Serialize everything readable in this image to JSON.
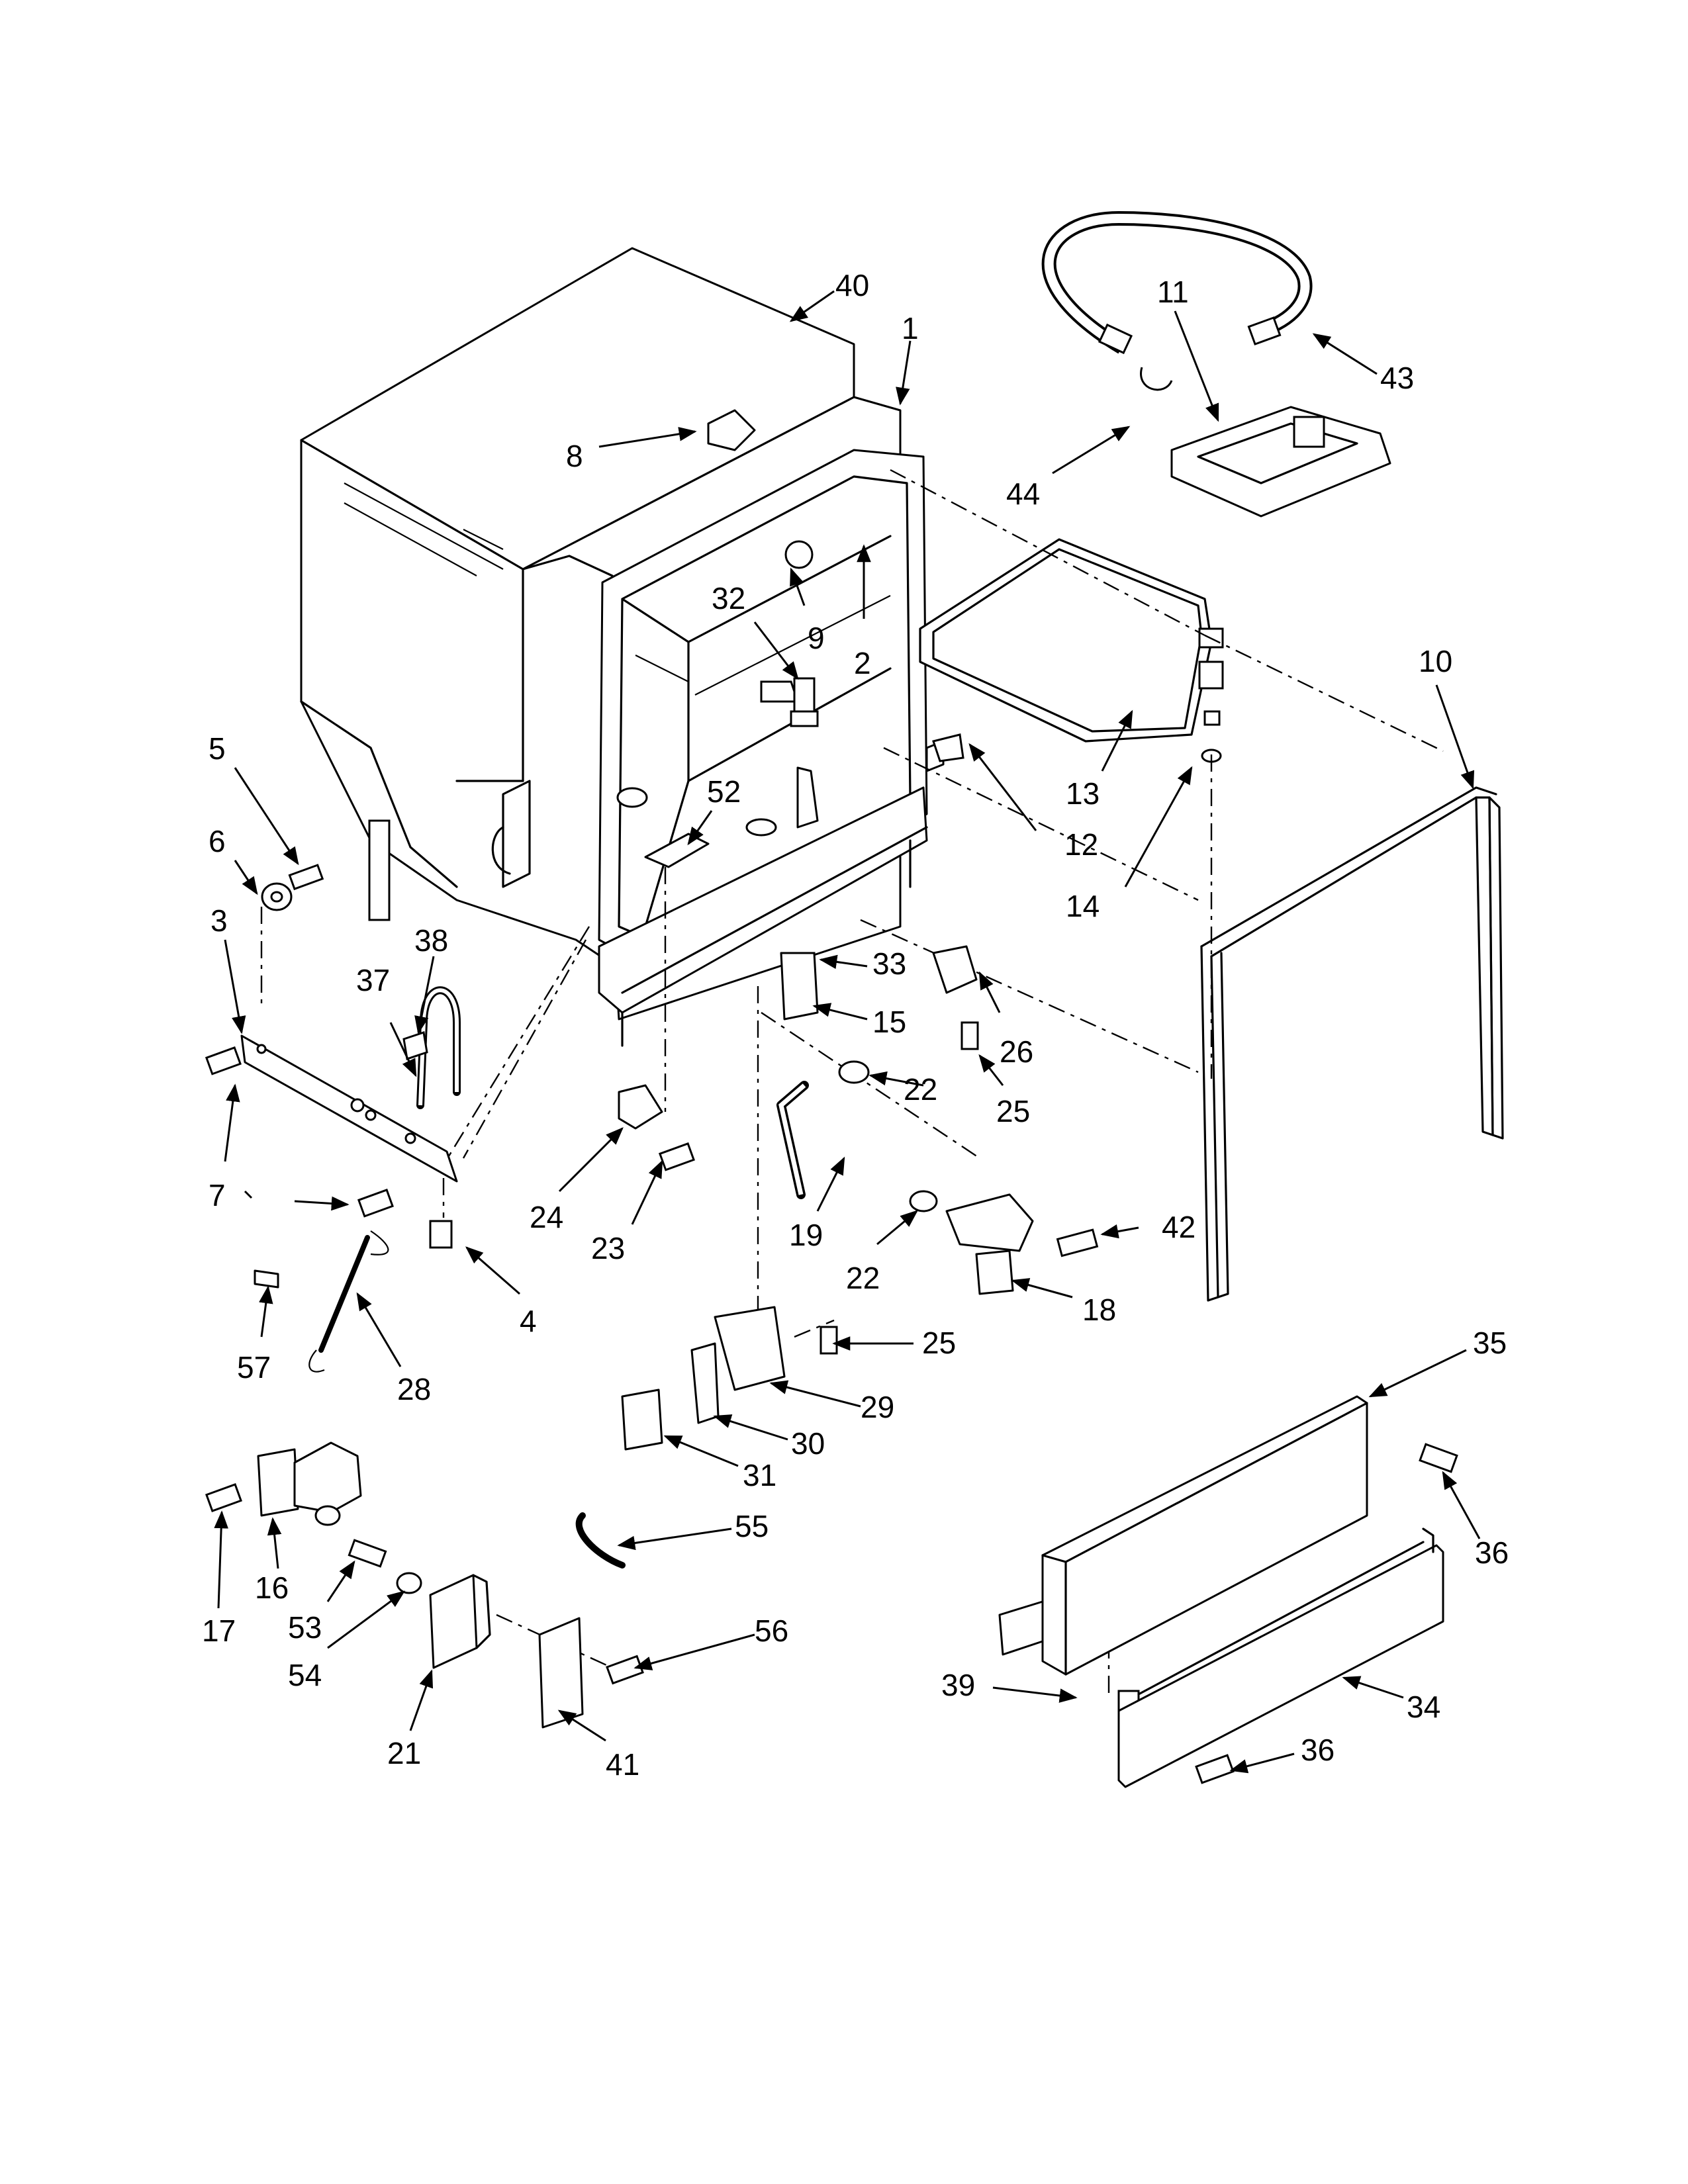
{
  "callouts": [
    {
      "id": "c40",
      "label": "40"
    },
    {
      "id": "c1",
      "label": "1"
    },
    {
      "id": "c11",
      "label": "11"
    },
    {
      "id": "c43",
      "label": "43"
    },
    {
      "id": "c8",
      "label": "8"
    },
    {
      "id": "c44",
      "label": "44"
    },
    {
      "id": "c32",
      "label": "32"
    },
    {
      "id": "c9",
      "label": "9"
    },
    {
      "id": "c2",
      "label": "2"
    },
    {
      "id": "c10",
      "label": "10"
    },
    {
      "id": "c5",
      "label": "5"
    },
    {
      "id": "c52",
      "label": "52"
    },
    {
      "id": "c13",
      "label": "13"
    },
    {
      "id": "c12",
      "label": "12"
    },
    {
      "id": "c6",
      "label": "6"
    },
    {
      "id": "c14",
      "label": "14"
    },
    {
      "id": "c3",
      "label": "3"
    },
    {
      "id": "c38",
      "label": "38"
    },
    {
      "id": "c33",
      "label": "33"
    },
    {
      "id": "c37",
      "label": "37"
    },
    {
      "id": "c15",
      "label": "15"
    },
    {
      "id": "c26",
      "label": "26"
    },
    {
      "id": "c25a",
      "label": "25"
    },
    {
      "id": "c22a",
      "label": "22"
    },
    {
      "id": "c7",
      "label": "7"
    },
    {
      "id": "c24",
      "label": "24"
    },
    {
      "id": "c23",
      "label": "23"
    },
    {
      "id": "c19",
      "label": "19"
    },
    {
      "id": "c42",
      "label": "42"
    },
    {
      "id": "c22b",
      "label": "22"
    },
    {
      "id": "c18",
      "label": "18"
    },
    {
      "id": "c4",
      "label": "4"
    },
    {
      "id": "c57",
      "label": "57"
    },
    {
      "id": "c28",
      "label": "28"
    },
    {
      "id": "c25b",
      "label": "25"
    },
    {
      "id": "c35",
      "label": "35"
    },
    {
      "id": "c29",
      "label": "29"
    },
    {
      "id": "c30",
      "label": "30"
    },
    {
      "id": "c31",
      "label": "31"
    },
    {
      "id": "c36a",
      "label": "36"
    },
    {
      "id": "c55",
      "label": "55"
    },
    {
      "id": "c17",
      "label": "17"
    },
    {
      "id": "c16",
      "label": "16"
    },
    {
      "id": "c53",
      "label": "53"
    },
    {
      "id": "c54",
      "label": "54"
    },
    {
      "id": "c56",
      "label": "56"
    },
    {
      "id": "c39",
      "label": "39"
    },
    {
      "id": "c34",
      "label": "34"
    },
    {
      "id": "c36b",
      "label": "36"
    },
    {
      "id": "c21",
      "label": "21"
    },
    {
      "id": "c41",
      "label": "41"
    }
  ]
}
